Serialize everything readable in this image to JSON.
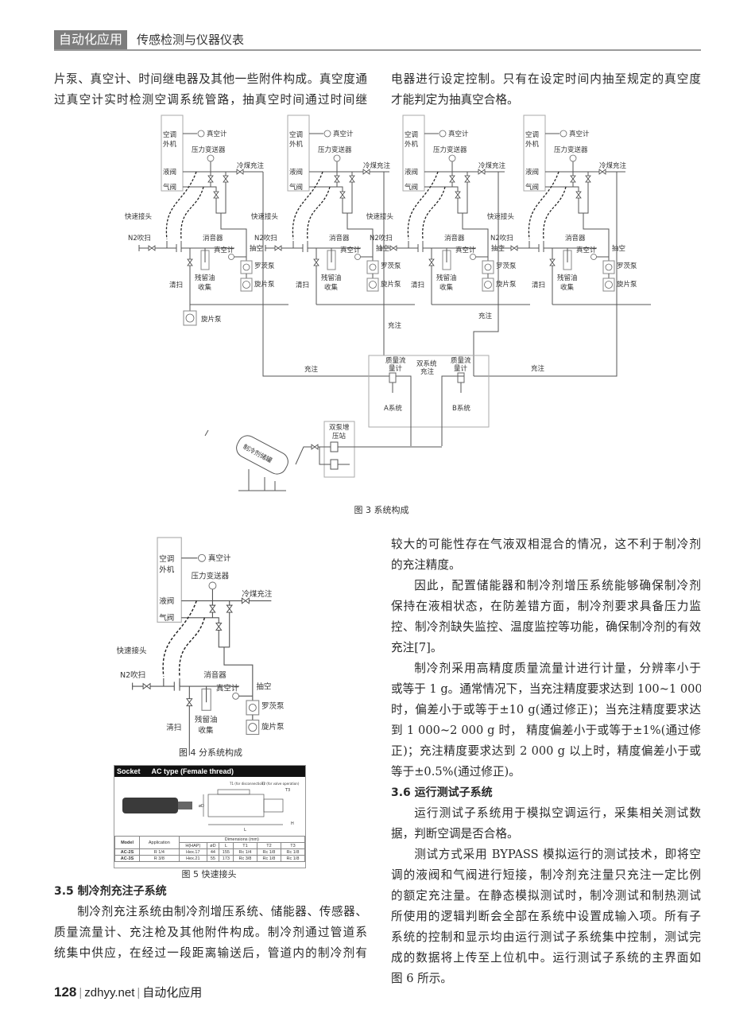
{
  "header": {
    "tag": "自动化应用",
    "section": "传感检测与仪器仪表"
  },
  "top_left": [
    "片泵、真空计、时间继电器及其他一些附件构成。真空度通",
    "过真空计实时检测空调系统管路，抽真空时间通过时间继"
  ],
  "top_right": [
    "电器进行设定控制。只有在设定时间内抽至规定的真空度",
    "才能判定为抽真空合格。"
  ],
  "fig3": {
    "caption": "图 3  系统构成",
    "module": {
      "unit1": "空调",
      "unit2": "外机",
      "vacuum_gauge": "真空计",
      "pressure_transmitter": "压力变送器",
      "liquid_valve": "液阀",
      "gas_valve": "气阀",
      "refrigerant_fill": "冷煤充注",
      "quick_connector": "快速接头",
      "n2_purge": "N2吹扫",
      "muffler": "消音器",
      "evacuate": "抽空",
      "roots_pump": "罗茨泵",
      "rotary_pump": "旋片泵",
      "oil1": "残留油",
      "oil2": "收集",
      "purge": "清扫"
    },
    "fill": "充注",
    "flowmeter1": "质量流",
    "flowmeter2": "量计",
    "dual1": "双系统",
    "dual2": "充注",
    "sys_a": "A系统",
    "sys_b": "B系统",
    "booster1": "双泵增",
    "booster2": "压站",
    "tank": "制冷剂储罐"
  },
  "fig4": {
    "caption": "图 4  分系统构成"
  },
  "fig5": {
    "caption": "图 5  快速接头",
    "title_left": "Socket",
    "title_right": "AC type (Female thread)",
    "t1_note": "T1 (for disconnection)",
    "t2_note": "T2 (for valve operation)",
    "t3": "T3",
    "dim_l": "L",
    "dim_d": "øD",
    "dim_h": "H",
    "head": [
      "Model",
      "Application",
      "Dimensions (mm)"
    ],
    "subhead": [
      "H(HAP)",
      "øD",
      "L",
      "T1",
      "T2",
      "T3"
    ],
    "rows": [
      [
        "AC-2S",
        "R 1/4",
        "Hex.17",
        "44",
        "155",
        "Rc 1/4",
        "Rc 1/8",
        "Rc 1/8"
      ],
      [
        "AC-3S",
        "R 3/8",
        "Hex.21",
        "55",
        "173",
        "Rc 3/8",
        "Rc 1/8",
        "Rc 1/8"
      ]
    ]
  },
  "sec35": {
    "heading": "3.5  制冷剂充注子系统",
    "lines": [
      "制冷剂充注系统由制冷剂增压系统、储能器、传感器、",
      "质量流量计、充注枪及其他附件构成。制冷剂通过管道系",
      "统集中供应，在经过一段距离输送后，管道内的制冷剂有"
    ]
  },
  "right": {
    "p1": [
      "较大的可能性存在气液双相混合的情况，这不利于制冷剂",
      "的充注精度。"
    ],
    "p2": [
      "因此，配置储能器和制冷剂增压系统能够确保制冷剂",
      "保持在液相状态，在防差错方面，制冷剂要求具备压力监",
      "控、制冷剂缺失监控、温度监控等功能，确保制冷剂的有效",
      "充注[7]。"
    ],
    "p3": [
      "制冷剂采用高精度质量流量计进行计量，分辨率小于",
      "或等于 1 g。通常情况下，当充注精度要求达到 100~1 000 g",
      "时，偏差小于或等于±10 g(通过修正)；当充注精度要求达",
      "到 1 000~2 000 g 时， 精度偏差小于或等于±1%(通过修",
      "正)；充注精度要求达到 2 000 g 以上时，精度偏差小于或",
      "等于±0.5%(通过修正)。"
    ],
    "sec36": "3.6  运行测试子系统",
    "p4": [
      "运行测试子系统用于模拟空调运行，采集相关测试数",
      "据，判断空调是否合格。"
    ],
    "p5": [
      "测试方式采用 BYPASS 模拟运行的测试技术，即将空",
      "调的液阀和气阀进行短接，制冷剂充注量只充注一定比例",
      "的额定充注量。在静态模拟测试时，制冷测试和制热测试",
      "所使用的逻辑判断会全部在系统中设置成输入项。所有子",
      "系统的控制和显示均由运行测试子系统集中控制，测试完",
      "成的数据将上传至上位机中。运行测试子系统的主界面如",
      "图 6 所示。"
    ]
  },
  "footer": {
    "page": "128",
    "site": "zdhyy.net",
    "journal": "自动化应用"
  }
}
